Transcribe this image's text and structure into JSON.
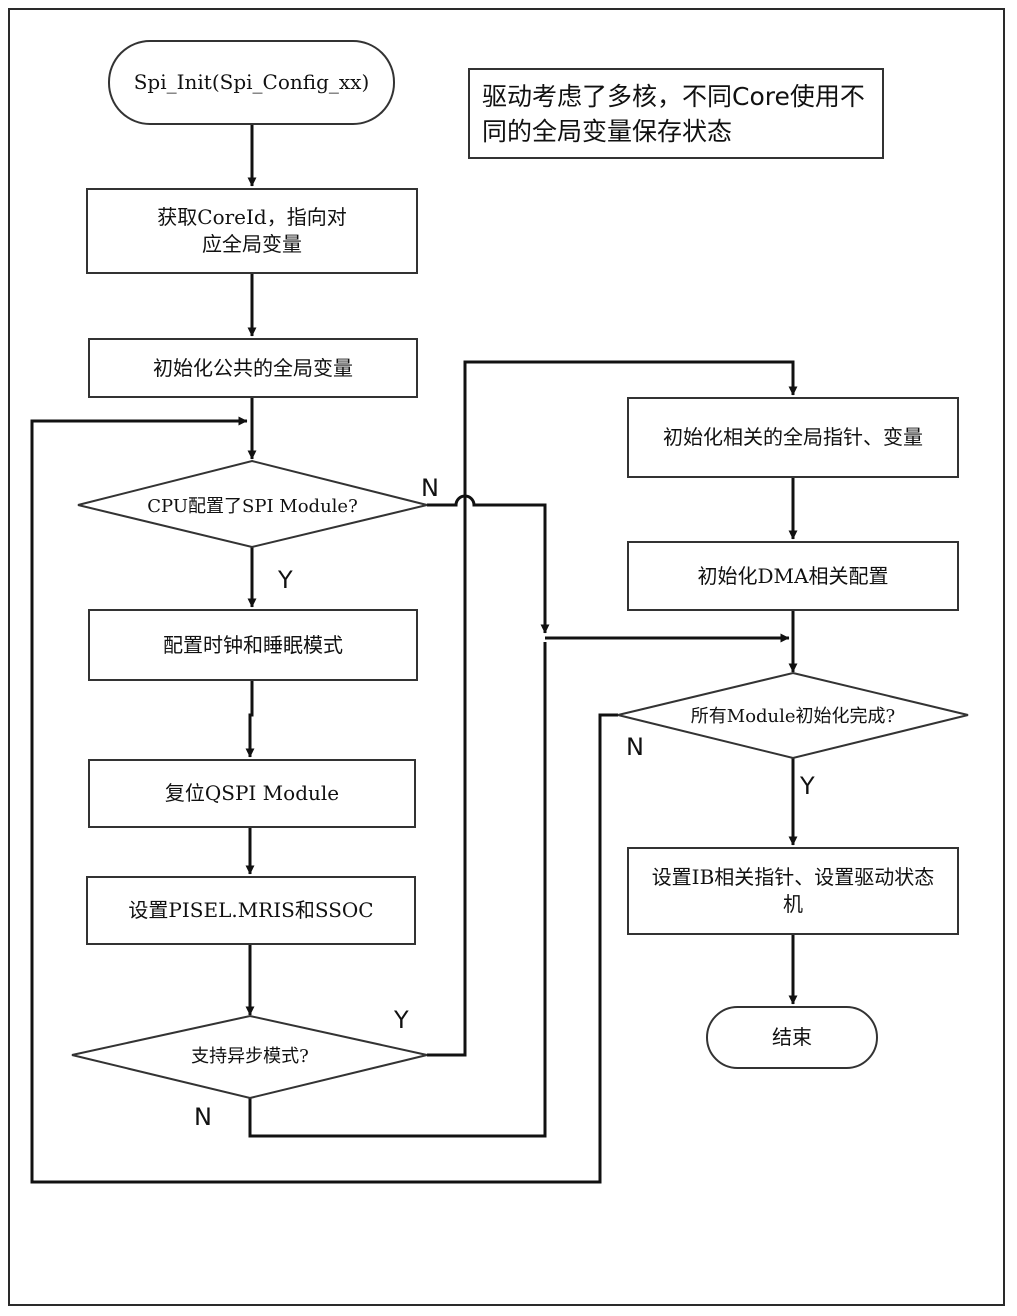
{
  "nodes": {
    "start": "Spi_Init(Spi_Config_xx)",
    "get_core_id": "获取CoreId，指向对应全局变量",
    "init_public_globals": "初始化公共的全局变量",
    "decision_cpu_module": "CPU配置了SPI Module?",
    "config_clock_sleep": "配置时钟和睡眠模式",
    "reset_qspi": "复位QSPI Module",
    "set_pisel": "设置PISEL.MRIS和SSOC",
    "decision_async": "支持异步模式?",
    "init_global_ptrs": "初始化相关的全局指针、变量",
    "init_dma": "初始化DMA相关配置",
    "decision_all_done": "所有Module初始化完成?",
    "set_ib_ptrs": "设置IB相关指针、设置驱动状态机",
    "end": "结束"
  },
  "note": "驱动考虑了多核，不同Core使用不同的全局变量保存状态",
  "edge_labels": {
    "cpu_no": "N",
    "cpu_yes": "Y",
    "async_yes": "Y",
    "async_no": "N",
    "done_no": "N",
    "done_yes": "Y"
  }
}
